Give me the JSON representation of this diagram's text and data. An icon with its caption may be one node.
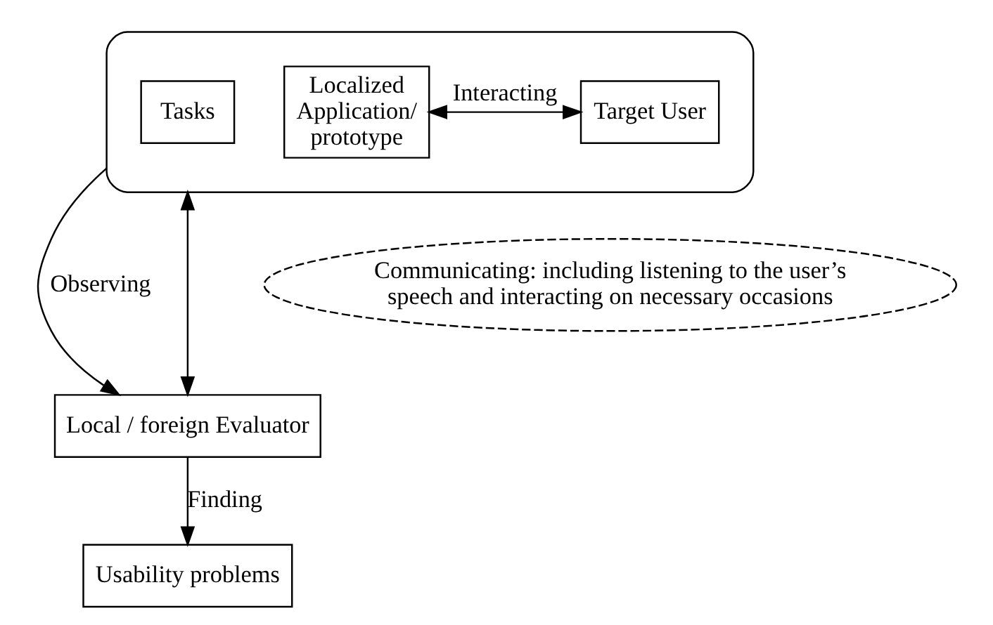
{
  "diagram": {
    "nodes": [
      {
        "text": [],
        "shape": "ellipse"
      },
      {
        "text": [
          "Tasks"
        ],
        "in": 0
      },
      {
        "text": [
          "Localized Application/ prototype"
        ],
        "in": 0
      },
      {
        "text": [
          "Target User"
        ],
        "in": 0
      },
      {
        "text": [
          "Communicating: including listening to the user’s speech and interacting on necessary occasions"
        ]
      },
      {
        "text": [
          "Local / foreign Evaluator"
        ]
      },
      {
        "text": [
          "Usability problems"
        ]
      }
    ],
    "edges": [
      {
        "from": 2,
        "to": 3,
        "arrow": "both",
        "label": "Interacting"
      },
      {
        "from": 0,
        "to": 5,
        "arrow": "to",
        "label": "Observing"
      },
      {
        "from": 0,
        "to": 5,
        "arrow": "both"
      },
      {
        "from": 5,
        "to": 6,
        "arrow": "to",
        "label": "Finding"
      }
    ]
  }
}
